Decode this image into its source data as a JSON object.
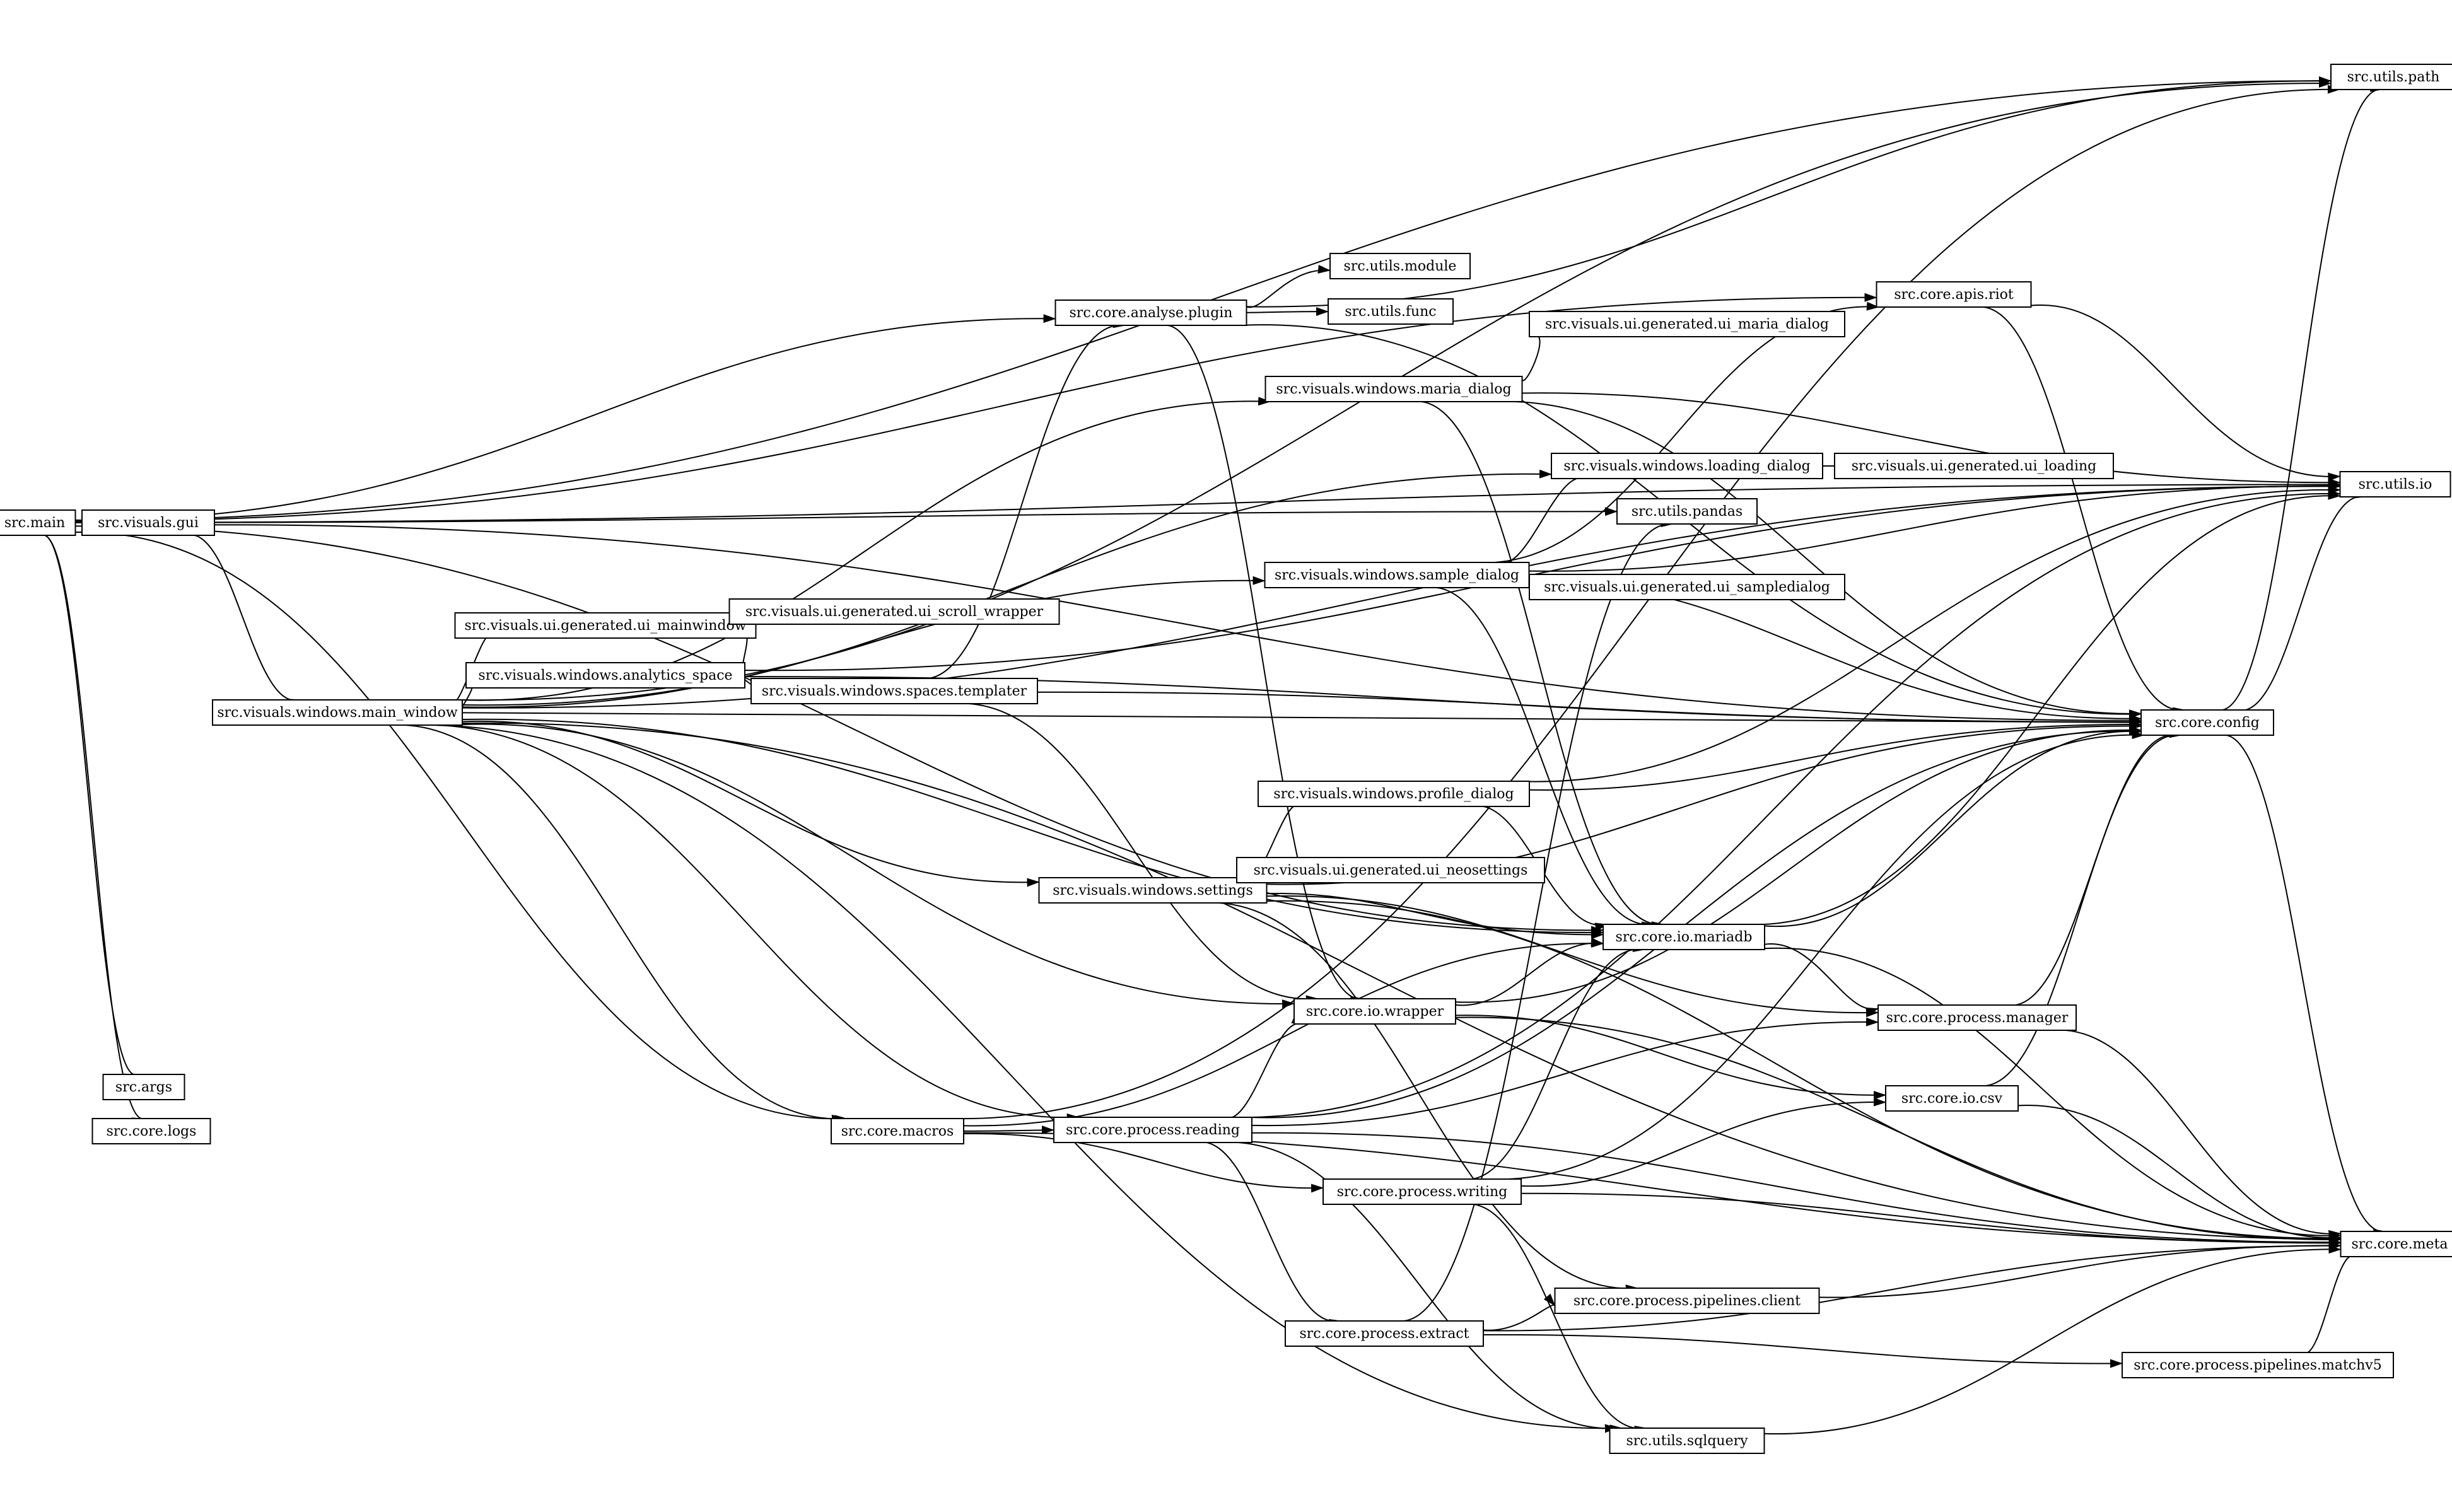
{
  "diagram": {
    "nodes": [
      {
        "id": "src.main",
        "label": "src.main"
      },
      {
        "id": "src.visuals.gui",
        "label": "src.visuals.gui"
      },
      {
        "id": "src.args",
        "label": "src.args"
      },
      {
        "id": "src.core.logs",
        "label": "src.core.logs"
      },
      {
        "id": "src.visuals.windows.main_window",
        "label": "src.visuals.windows.main_window"
      },
      {
        "id": "src.visuals.ui.generated.ui_mainwindow",
        "label": "src.visuals.ui.generated.ui_mainwindow"
      },
      {
        "id": "src.visuals.windows.analytics_space",
        "label": "src.visuals.windows.analytics_space"
      },
      {
        "id": "src.visuals.ui.generated.ui_scroll_wrapper",
        "label": "src.visuals.ui.generated.ui_scroll_wrapper"
      },
      {
        "id": "src.visuals.windows.spaces.templater",
        "label": "src.visuals.windows.spaces.templater"
      },
      {
        "id": "src.core.analyse.plugin",
        "label": "src.core.analyse.plugin"
      },
      {
        "id": "src.utils.module",
        "label": "src.utils.module"
      },
      {
        "id": "src.utils.func",
        "label": "src.utils.func"
      },
      {
        "id": "src.visuals.windows.maria_dialog",
        "label": "src.visuals.windows.maria_dialog"
      },
      {
        "id": "src.visuals.ui.generated.ui_maria_dialog",
        "label": "src.visuals.ui.generated.ui_maria_dialog"
      },
      {
        "id": "src.visuals.windows.loading_dialog",
        "label": "src.visuals.windows.loading_dialog"
      },
      {
        "id": "src.visuals.ui.generated.ui_loading",
        "label": "src.visuals.ui.generated.ui_loading"
      },
      {
        "id": "src.utils.pandas",
        "label": "src.utils.pandas"
      },
      {
        "id": "src.visuals.windows.sample_dialog",
        "label": "src.visuals.windows.sample_dialog"
      },
      {
        "id": "src.visuals.ui.generated.ui_sampledialog",
        "label": "src.visuals.ui.generated.ui_sampledialog"
      },
      {
        "id": "src.core.apis.riot",
        "label": "src.core.apis.riot"
      },
      {
        "id": "src.utils.path",
        "label": "src.utils.path"
      },
      {
        "id": "src.utils.io",
        "label": "src.utils.io"
      },
      {
        "id": "src.core.config",
        "label": "src.core.config"
      },
      {
        "id": "src.visuals.windows.profile_dialog",
        "label": "src.visuals.windows.profile_dialog"
      },
      {
        "id": "src.visuals.windows.settings",
        "label": "src.visuals.windows.settings"
      },
      {
        "id": "src.visuals.ui.generated.ui_neosettings",
        "label": "src.visuals.ui.generated.ui_neosettings"
      },
      {
        "id": "src.core.io.mariadb",
        "label": "src.core.io.mariadb"
      },
      {
        "id": "src.core.io.wrapper",
        "label": "src.core.io.wrapper"
      },
      {
        "id": "src.core.process.manager",
        "label": "src.core.process.manager"
      },
      {
        "id": "src.core.io.csv",
        "label": "src.core.io.csv"
      },
      {
        "id": "src.core.macros",
        "label": "src.core.macros"
      },
      {
        "id": "src.core.process.reading",
        "label": "src.core.process.reading"
      },
      {
        "id": "src.core.process.writing",
        "label": "src.core.process.writing"
      },
      {
        "id": "src.core.meta",
        "label": "src.core.meta"
      },
      {
        "id": "src.core.process.pipelines.client",
        "label": "src.core.process.pipelines.client"
      },
      {
        "id": "src.core.process.extract",
        "label": "src.core.process.extract"
      },
      {
        "id": "src.core.process.pipelines.matchv5",
        "label": "src.core.process.pipelines.matchv5"
      },
      {
        "id": "src.utils.sqlquery",
        "label": "src.utils.sqlquery"
      }
    ],
    "edges": [
      [
        "src.main",
        "src.visuals.gui"
      ],
      [
        "src.main",
        "src.args"
      ],
      [
        "src.main",
        "src.core.logs"
      ],
      [
        "src.main",
        "src.utils.path"
      ],
      [
        "src.main",
        "src.utils.io"
      ],
      [
        "src.main",
        "src.core.analyse.plugin"
      ],
      [
        "src.main",
        "src.core.apis.riot"
      ],
      [
        "src.main",
        "src.utils.pandas"
      ],
      [
        "src.main",
        "src.core.io.mariadb"
      ],
      [
        "src.main",
        "src.core.macros"
      ],
      [
        "src.visuals.gui",
        "src.visuals.windows.main_window"
      ],
      [
        "src.visuals.gui",
        "src.core.config"
      ],
      [
        "src.visuals.windows.main_window",
        "src.visuals.ui.generated.ui_mainwindow"
      ],
      [
        "src.visuals.windows.main_window",
        "src.visuals.windows.analytics_space"
      ],
      [
        "src.visuals.windows.main_window",
        "src.core.config"
      ],
      [
        "src.visuals.windows.main_window",
        "src.visuals.windows.maria_dialog"
      ],
      [
        "src.visuals.windows.main_window",
        "src.visuals.windows.loading_dialog"
      ],
      [
        "src.visuals.windows.main_window",
        "src.visuals.windows.sample_dialog"
      ],
      [
        "src.visuals.windows.main_window",
        "src.utils.path"
      ],
      [
        "src.visuals.windows.main_window",
        "src.utils.io"
      ],
      [
        "src.visuals.windows.main_window",
        "src.visuals.windows.settings"
      ],
      [
        "src.visuals.windows.main_window",
        "src.core.io.wrapper"
      ],
      [
        "src.visuals.windows.main_window",
        "src.core.io.mariadb"
      ],
      [
        "src.visuals.windows.main_window",
        "src.core.macros"
      ],
      [
        "src.visuals.windows.main_window",
        "src.core.process.reading"
      ],
      [
        "src.visuals.windows.main_window",
        "src.core.meta"
      ],
      [
        "src.visuals.windows.main_window",
        "src.utils.sqlquery"
      ],
      [
        "src.visuals.windows.analytics_space",
        "src.visuals.ui.generated.ui_scroll_wrapper"
      ],
      [
        "src.visuals.windows.analytics_space",
        "src.visuals.windows.spaces.templater"
      ],
      [
        "src.visuals.windows.analytics_space",
        "src.core.config"
      ],
      [
        "src.visuals.windows.analytics_space",
        "src.utils.io"
      ],
      [
        "src.visuals.windows.spaces.templater",
        "src.core.analyse.plugin"
      ],
      [
        "src.visuals.windows.spaces.templater",
        "src.core.config"
      ],
      [
        "src.visuals.windows.spaces.templater",
        "src.core.io.wrapper"
      ],
      [
        "src.core.analyse.plugin",
        "src.utils.module"
      ],
      [
        "src.core.analyse.plugin",
        "src.utils.func"
      ],
      [
        "src.core.analyse.plugin",
        "src.utils.path"
      ],
      [
        "src.core.analyse.plugin",
        "src.core.config"
      ],
      [
        "src.core.analyse.plugin",
        "src.core.io.wrapper"
      ],
      [
        "src.visuals.windows.maria_dialog",
        "src.visuals.ui.generated.ui_maria_dialog"
      ],
      [
        "src.visuals.windows.maria_dialog",
        "src.core.config"
      ],
      [
        "src.visuals.windows.maria_dialog",
        "src.utils.io"
      ],
      [
        "src.visuals.windows.maria_dialog",
        "src.core.io.mariadb"
      ],
      [
        "src.visuals.windows.loading_dialog",
        "src.visuals.ui.generated.ui_loading"
      ],
      [
        "src.visuals.windows.sample_dialog",
        "src.visuals.windows.loading_dialog"
      ],
      [
        "src.visuals.windows.sample_dialog",
        "src.visuals.ui.generated.ui_sampledialog"
      ],
      [
        "src.visuals.windows.sample_dialog",
        "src.core.apis.riot"
      ],
      [
        "src.visuals.windows.sample_dialog",
        "src.utils.io"
      ],
      [
        "src.visuals.windows.sample_dialog",
        "src.core.config"
      ],
      [
        "src.visuals.windows.sample_dialog",
        "src.core.io.mariadb"
      ],
      [
        "src.core.apis.riot",
        "src.core.config"
      ],
      [
        "src.core.apis.riot",
        "src.utils.io"
      ],
      [
        "src.core.config",
        "src.utils.path"
      ],
      [
        "src.core.config",
        "src.utils.io"
      ],
      [
        "src.core.config",
        "src.core.meta"
      ],
      [
        "src.visuals.windows.profile_dialog",
        "src.core.config"
      ],
      [
        "src.visuals.windows.profile_dialog",
        "src.utils.io"
      ],
      [
        "src.visuals.windows.profile_dialog",
        "src.core.io.mariadb"
      ],
      [
        "src.visuals.windows.settings",
        "src.visuals.windows.profile_dialog"
      ],
      [
        "src.visuals.windows.settings",
        "src.visuals.ui.generated.ui_neosettings"
      ],
      [
        "src.visuals.windows.settings",
        "src.core.config"
      ],
      [
        "src.visuals.windows.settings",
        "src.core.io.mariadb"
      ],
      [
        "src.visuals.windows.settings",
        "src.core.process.manager"
      ],
      [
        "src.visuals.windows.settings",
        "src.core.meta"
      ],
      [
        "src.visuals.windows.settings",
        "src.core.process.pipelines.client"
      ],
      [
        "src.core.io.mariadb",
        "src.core.config"
      ],
      [
        "src.core.io.mariadb",
        "src.utils.io"
      ],
      [
        "src.core.io.mariadb",
        "src.core.process.manager"
      ],
      [
        "src.core.io.mariadb",
        "src.core.meta"
      ],
      [
        "src.core.io.wrapper",
        "src.core.io.mariadb"
      ],
      [
        "src.core.io.wrapper",
        "src.core.io.csv"
      ],
      [
        "src.core.io.wrapper",
        "src.core.meta"
      ],
      [
        "src.core.io.wrapper",
        "src.core.config"
      ],
      [
        "src.core.process.manager",
        "src.core.config"
      ],
      [
        "src.core.process.manager",
        "src.core.meta"
      ],
      [
        "src.core.io.csv",
        "src.core.config"
      ],
      [
        "src.core.io.csv",
        "src.core.meta"
      ],
      [
        "src.core.macros",
        "src.core.process.reading"
      ],
      [
        "src.core.macros",
        "src.core.process.writing"
      ],
      [
        "src.core.macros",
        "src.utils.path"
      ],
      [
        "src.core.macros",
        "src.core.io.mariadb"
      ],
      [
        "src.core.macros",
        "src.core.meta"
      ],
      [
        "src.core.process.reading",
        "src.core.io.wrapper"
      ],
      [
        "src.core.process.reading",
        "src.core.process.manager"
      ],
      [
        "src.core.process.reading",
        "src.core.process.extract"
      ],
      [
        "src.core.process.reading",
        "src.core.config"
      ],
      [
        "src.core.process.reading",
        "src.utils.io"
      ],
      [
        "src.core.process.reading",
        "src.core.meta"
      ],
      [
        "src.core.process.reading",
        "src.utils.sqlquery"
      ],
      [
        "src.core.process.writing",
        "src.core.io.csv"
      ],
      [
        "src.core.process.writing",
        "src.core.io.mariadb"
      ],
      [
        "src.core.process.writing",
        "src.core.config"
      ],
      [
        "src.core.process.writing",
        "src.core.meta"
      ],
      [
        "src.core.process.writing",
        "src.utils.sqlquery"
      ],
      [
        "src.core.process.pipelines.client",
        "src.core.meta"
      ],
      [
        "src.core.process.extract",
        "src.core.process.pipelines.client"
      ],
      [
        "src.core.process.extract",
        "src.core.process.pipelines.matchv5"
      ],
      [
        "src.core.process.extract",
        "src.utils.pandas"
      ],
      [
        "src.core.process.extract",
        "src.core.meta"
      ],
      [
        "src.core.process.pipelines.matchv5",
        "src.core.meta"
      ],
      [
        "src.utils.sqlquery",
        "src.core.meta"
      ]
    ]
  }
}
